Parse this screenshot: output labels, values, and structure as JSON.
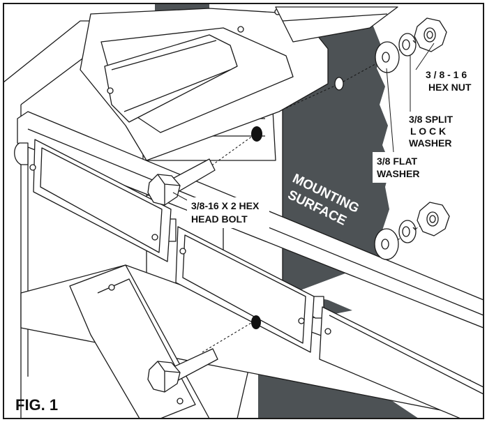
{
  "figure": {
    "caption": "FIG. 1",
    "mounting_surface": {
      "line1": "MOUNTING",
      "line2": "SURFACE"
    },
    "callouts": {
      "hex_nut": {
        "line1": "3 / 8 - 1 6",
        "line2": "HEX NUT"
      },
      "split_lock_washer": {
        "line1": "3/8 SPLIT",
        "line2": "L O C K",
        "line3": "WASHER"
      },
      "flat_washer": {
        "line1": "3/8  FLAT",
        "line2": "WASHER"
      },
      "hex_head_bolt": {
        "line1": "3/8-16 X 2 HEX",
        "line2": "HEAD  BOLT"
      }
    }
  },
  "colors": {
    "line": "#1a1a1a",
    "surface": "#4d5255",
    "fill": "#ffffff"
  }
}
